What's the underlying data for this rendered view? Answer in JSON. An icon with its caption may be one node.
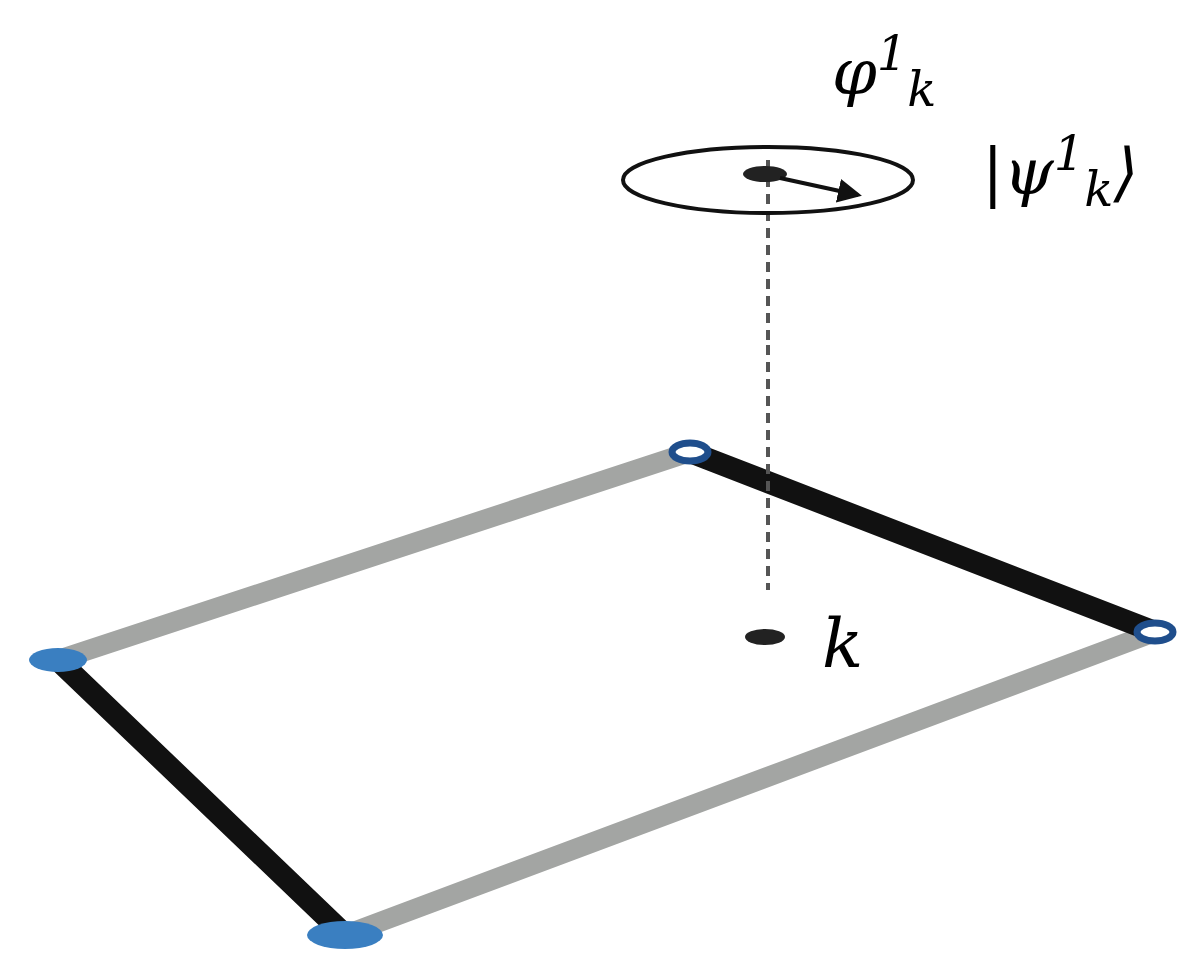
{
  "diagram": {
    "labels": [
      "φ$^{1}$$_{k}$",
      "|ψ$^{1}$$_{k}$⟩",
      "k"
    ]
  }
}
